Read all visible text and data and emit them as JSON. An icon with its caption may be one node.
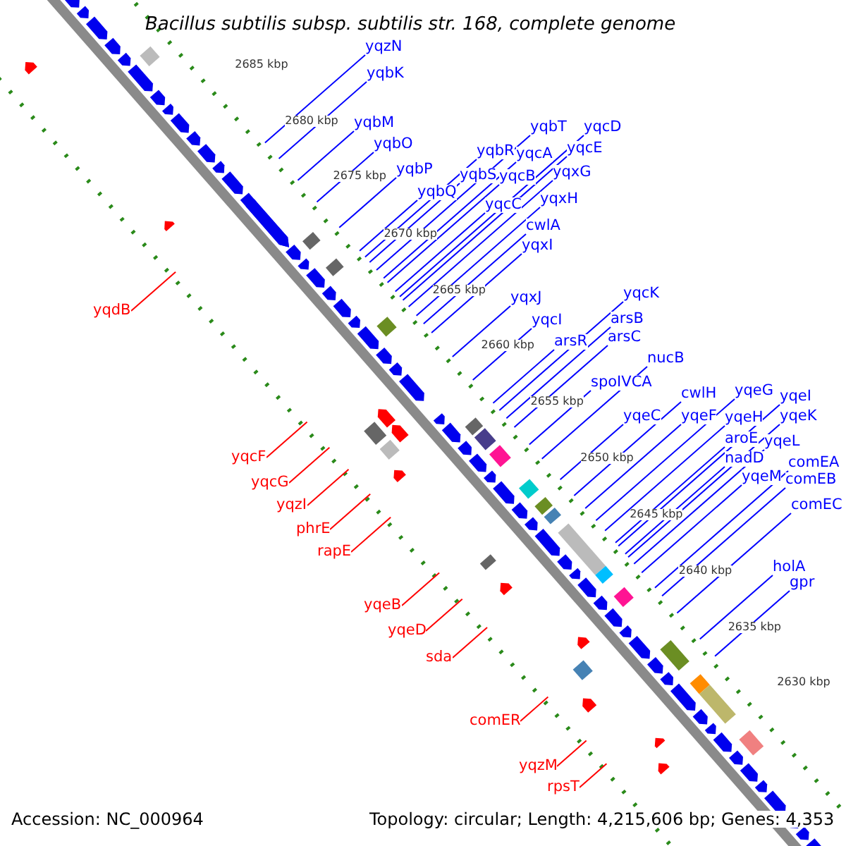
{
  "diagram": {
    "title": "Bacillus subtilis subsp. subtilis str. 168, complete genome",
    "nodes": [
      {
        "text": [
          "yqzN"
        ]
      },
      {
        "text": [
          "yqbK"
        ]
      },
      {
        "text": [
          "yqbM"
        ]
      },
      {
        "text": [
          "yqbO"
        ]
      },
      {
        "text": [
          "yqbP"
        ]
      },
      {
        "text": [
          "yqbT"
        ]
      },
      {
        "text": [
          "yqcD"
        ]
      },
      {
        "text": [
          "yqbR"
        ]
      },
      {
        "text": [
          "yqcA"
        ]
      },
      {
        "text": [
          "yqcE"
        ]
      },
      {
        "text": [
          "yqbS"
        ]
      },
      {
        "text": [
          "yqcB"
        ]
      },
      {
        "text": [
          "yqxG"
        ]
      },
      {
        "text": [
          "yqbQ"
        ]
      },
      {
        "text": [
          "yqcC"
        ]
      },
      {
        "text": [
          "yqxH"
        ]
      },
      {
        "text": [
          "cwlA"
        ]
      },
      {
        "text": [
          "yqxI"
        ]
      },
      {
        "text": [
          "yqxJ"
        ]
      },
      {
        "text": [
          "yqcK"
        ]
      },
      {
        "text": [
          "yqcI"
        ]
      },
      {
        "text": [
          "arsB"
        ]
      },
      {
        "text": [
          "arsR"
        ]
      },
      {
        "text": [
          "arsC"
        ]
      },
      {
        "text": [
          "nucB"
        ]
      },
      {
        "text": [
          "spoIVCA"
        ]
      },
      {
        "text": [
          "cwlH"
        ]
      },
      {
        "text": [
          "yqeG"
        ]
      },
      {
        "text": [
          "yqeI"
        ]
      },
      {
        "text": [
          "yqeC"
        ]
      },
      {
        "text": [
          "yqeF"
        ]
      },
      {
        "text": [
          "yqeH"
        ]
      },
      {
        "text": [
          "yqeK"
        ]
      },
      {
        "text": [
          "aroE"
        ]
      },
      {
        "text": [
          "yqeL"
        ]
      },
      {
        "text": [
          "nadD"
        ]
      },
      {
        "text": [
          "yqeM"
        ]
      },
      {
        "text": [
          "comEA"
        ]
      },
      {
        "text": [
          "comEB"
        ]
      },
      {
        "text": [
          "comEC"
        ]
      },
      {
        "text": [
          "holA"
        ]
      },
      {
        "text": [
          "gpr"
        ]
      },
      {
        "text": [
          "yqdB"
        ]
      },
      {
        "text": [
          "yqcF"
        ]
      },
      {
        "text": [
          "yqcG"
        ]
      },
      {
        "text": [
          "yqzI"
        ]
      },
      {
        "text": [
          "phrE"
        ]
      },
      {
        "text": [
          "rapE"
        ]
      },
      {
        "text": [
          "yqeB"
        ]
      },
      {
        "text": [
          "yqeD"
        ]
      },
      {
        "text": [
          "sda"
        ]
      },
      {
        "text": [
          "comER"
        ]
      },
      {
        "text": [
          "yqzM"
        ]
      },
      {
        "text": [
          "rpsT"
        ]
      }
    ],
    "edges": [
      {
        "from": 0,
        "to": null,
        "arrow": "none"
      },
      {
        "from": 1,
        "to": null,
        "arrow": "none"
      },
      {
        "from": 2,
        "to": null,
        "arrow": "none"
      },
      {
        "from": 3,
        "to": null,
        "arrow": "none"
      },
      {
        "from": 4,
        "to": null,
        "arrow": "none"
      },
      {
        "from": 5,
        "to": null,
        "arrow": "none"
      },
      {
        "from": 6,
        "to": null,
        "arrow": "none"
      },
      {
        "from": 7,
        "to": null,
        "arrow": "none"
      },
      {
        "from": 8,
        "to": null,
        "arrow": "none"
      },
      {
        "from": 9,
        "to": null,
        "arrow": "none"
      },
      {
        "from": 10,
        "to": null,
        "arrow": "none"
      },
      {
        "from": 11,
        "to": null,
        "arrow": "none"
      },
      {
        "from": 12,
        "to": null,
        "arrow": "none"
      },
      {
        "from": 13,
        "to": null,
        "arrow": "none"
      },
      {
        "from": 14,
        "to": null,
        "arrow": "none"
      },
      {
        "from": 15,
        "to": null,
        "arrow": "none"
      },
      {
        "from": 16,
        "to": null,
        "arrow": "none"
      },
      {
        "from": 17,
        "to": null,
        "arrow": "none"
      },
      {
        "from": 18,
        "to": null,
        "arrow": "none"
      },
      {
        "from": 19,
        "to": null,
        "arrow": "none"
      },
      {
        "from": 20,
        "to": null,
        "arrow": "none"
      },
      {
        "from": 21,
        "to": null,
        "arrow": "none"
      },
      {
        "from": 22,
        "to": null,
        "arrow": "none"
      },
      {
        "from": 23,
        "to": null,
        "arrow": "none"
      },
      {
        "from": 24,
        "to": null,
        "arrow": "none"
      },
      {
        "from": 25,
        "to": null,
        "arrow": "none"
      },
      {
        "from": 26,
        "to": null,
        "arrow": "none"
      },
      {
        "from": 27,
        "to": null,
        "arrow": "none"
      },
      {
        "from": 28,
        "to": null,
        "arrow": "none"
      },
      {
        "from": 29,
        "to": null,
        "arrow": "none"
      },
      {
        "from": 30,
        "to": null,
        "arrow": "none"
      },
      {
        "from": 31,
        "to": null,
        "arrow": "none"
      },
      {
        "from": 32,
        "to": null,
        "arrow": "none"
      },
      {
        "from": 33,
        "to": null,
        "arrow": "none"
      },
      {
        "from": 34,
        "to": null,
        "arrow": "none"
      },
      {
        "from": 35,
        "to": null,
        "arrow": "none"
      },
      {
        "from": 36,
        "to": null,
        "arrow": "none"
      },
      {
        "from": 37,
        "to": null,
        "arrow": "none"
      },
      {
        "from": 38,
        "to": null,
        "arrow": "none"
      },
      {
        "from": 39,
        "to": null,
        "arrow": "none"
      },
      {
        "from": 40,
        "to": null,
        "arrow": "none"
      },
      {
        "from": 41,
        "to": null,
        "arrow": "none"
      },
      {
        "from": 42,
        "to": null,
        "arrow": "none",
        "color": "#ff0000"
      },
      {
        "from": 43,
        "to": null,
        "arrow": "none",
        "color": "#ff0000"
      },
      {
        "from": 44,
        "to": null,
        "arrow": "none",
        "color": "#ff0000"
      },
      {
        "from": 45,
        "to": null,
        "arrow": "none",
        "color": "#ff0000"
      },
      {
        "from": 46,
        "to": null,
        "arrow": "none",
        "color": "#ff0000"
      },
      {
        "from": 47,
        "to": null,
        "arrow": "none",
        "color": "#ff0000"
      },
      {
        "from": 48,
        "to": null,
        "arrow": "none",
        "color": "#ff0000"
      },
      {
        "from": 49,
        "to": null,
        "arrow": "none",
        "color": "#ff0000"
      },
      {
        "from": 50,
        "to": null,
        "arrow": "none",
        "color": "#ff0000"
      },
      {
        "from": 51,
        "to": null,
        "arrow": "none",
        "color": "#ff0000"
      },
      {
        "from": 52,
        "to": null,
        "arrow": "none",
        "color": "#ff0000"
      },
      {
        "from": 53,
        "to": null,
        "arrow": "none",
        "color": "#ff0000"
      }
    ],
    "labels": [
      "2685 kbp",
      "2680 kbp",
      "2675 kbp",
      "2670 kbp",
      "2665 kbp",
      "2660 kbp",
      "2655 kbp",
      "2650 kbp",
      "2645 kbp",
      "2640 kbp",
      "2635 kbp",
      "2630 kbp",
      "Accession: NC_000964",
      "Topology: circular; Length: 4,215,606 bp; Genes: 4,353"
    ]
  }
}
